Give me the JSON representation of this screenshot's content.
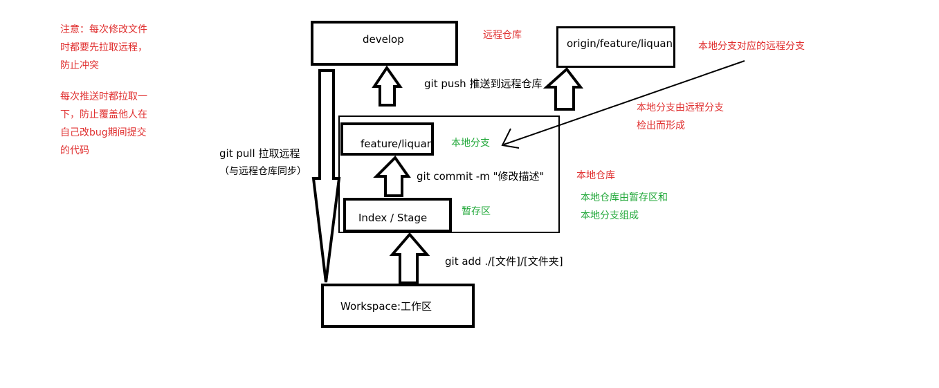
{
  "colors": {
    "red": "#e03030",
    "green": "#22a83a",
    "black": "#000000"
  },
  "notes": {
    "warning_lines": [
      "注意：每次修改文件",
      "时都要先拉取远程，",
      "防止冲突"
    ],
    "push_lines": [
      "每次推送时都拉取一",
      "下，防止覆盖他人在",
      "自己改bug期间提交",
      "的代码"
    ]
  },
  "boxes": {
    "develop": "develop",
    "origin_feature": "origin/feature/liquan",
    "feature_local": "feature/liquan",
    "index_stage": "Index / Stage",
    "workspace": "Workspace:工作区"
  },
  "labels": {
    "remote_repo": "远程仓库",
    "remote_branch_of_local": "本地分支对应的远程分支",
    "local_from_remote_lines": [
      "本地分支由远程分支",
      "检出而形成"
    ],
    "git_push": "git push  推送到远程仓库",
    "local_branch": "本地分支",
    "local_repo": "本地仓库",
    "local_repo_composition_lines": [
      "本地仓库由暂存区和",
      "本地分支组成"
    ],
    "git_commit": "git commit -m \"修改描述\"",
    "stage_area": "暂存区",
    "git_add": "git add ./[文件]/[文件夹]",
    "git_pull_lines": [
      "git pull 拉取远程",
      "（与远程仓库同步）"
    ]
  }
}
